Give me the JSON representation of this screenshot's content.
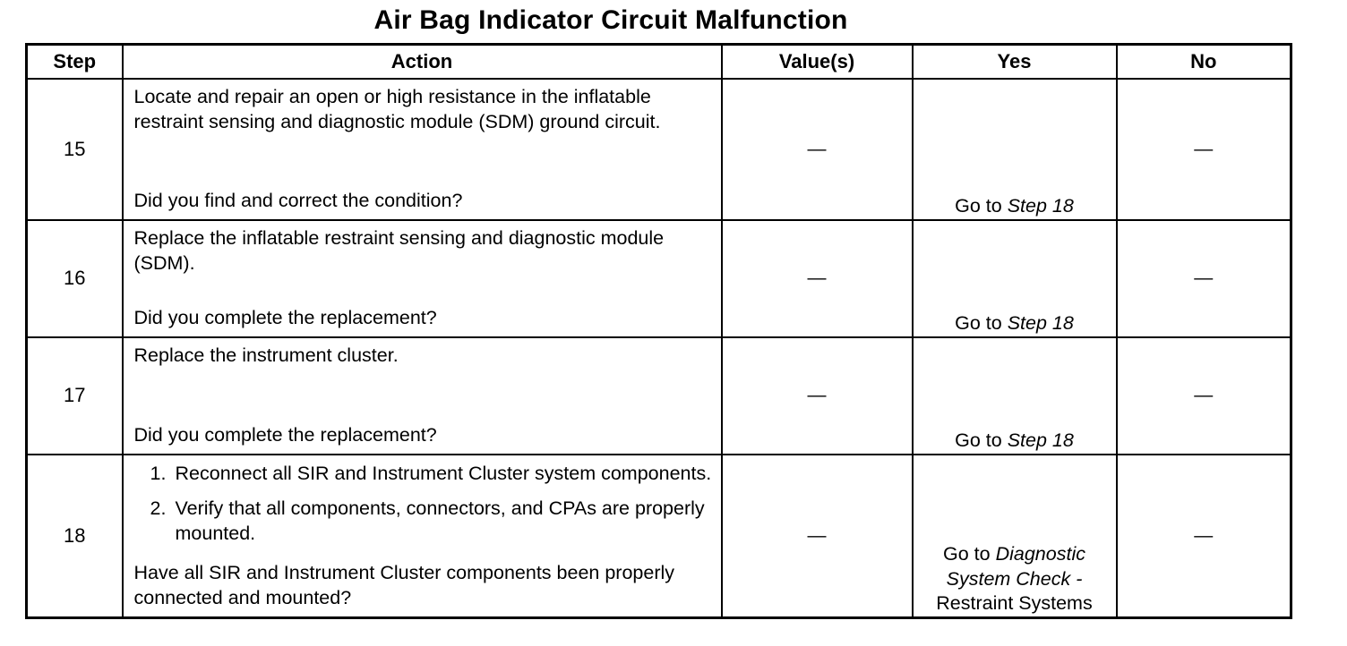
{
  "title": "Air Bag Indicator Circuit Malfunction",
  "table": {
    "headers": {
      "step": "Step",
      "action": "Action",
      "values": "Value(s)",
      "yes": "Yes",
      "no": "No"
    },
    "rows": [
      {
        "step": "15",
        "action_text": "Locate and repair an open or high resistance in the inflatable restraint sensing and diagnostic module (SDM) ground circuit.",
        "question": "Did you find and correct the condition?",
        "value": "—",
        "yes": {
          "prefix": "Go to",
          "italic": "Step 18",
          "suffix": ""
        },
        "no": "—"
      },
      {
        "step": "16",
        "action_text": "Replace the inflatable restraint sensing and diagnostic module (SDM).",
        "question": "Did you complete the replacement?",
        "value": "—",
        "yes": {
          "prefix": "Go to",
          "italic": "Step 18",
          "suffix": ""
        },
        "no": "—"
      },
      {
        "step": "17",
        "action_text": "Replace the instrument cluster.",
        "question": "Did you complete the replacement?",
        "value": "—",
        "yes": {
          "prefix": "Go to",
          "italic": "Step 18",
          "suffix": ""
        },
        "no": "—"
      },
      {
        "step": "18",
        "action_list": [
          {
            "num": "1.",
            "text": "Reconnect all SIR and Instrument Cluster system components."
          },
          {
            "num": "2.",
            "text": "Verify that all components, connectors, and CPAs are properly mounted."
          }
        ],
        "question": "Have all SIR and Instrument Cluster components been properly connected and mounted?",
        "value": "—",
        "yes": {
          "prefix": "Go to",
          "italic": "Diagnostic System Check -",
          "suffix": "Restraint Systems"
        },
        "no": "—"
      }
    ]
  }
}
